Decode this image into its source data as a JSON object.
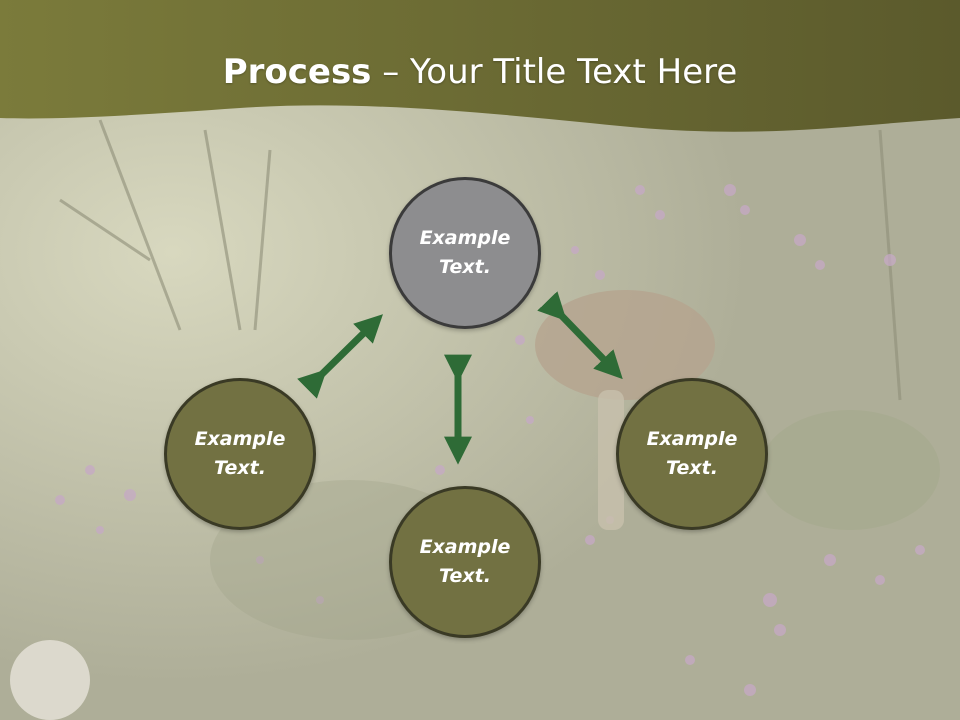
{
  "slide": {
    "title_bold": "Process",
    "title_rest": " – Your Title Text Here"
  },
  "nodes": {
    "top": {
      "line1": "Example",
      "line2": "Text."
    },
    "left": {
      "line1": "Example",
      "line2": "Text."
    },
    "right": {
      "line1": "Example",
      "line2": "Text."
    },
    "bottom": {
      "line1": "Example",
      "line2": "Text."
    }
  },
  "colors": {
    "header": "#6e6e35",
    "node_fill": "#727142",
    "node_highlight": "#8d8d8f",
    "arrow": "#2e6b36"
  }
}
